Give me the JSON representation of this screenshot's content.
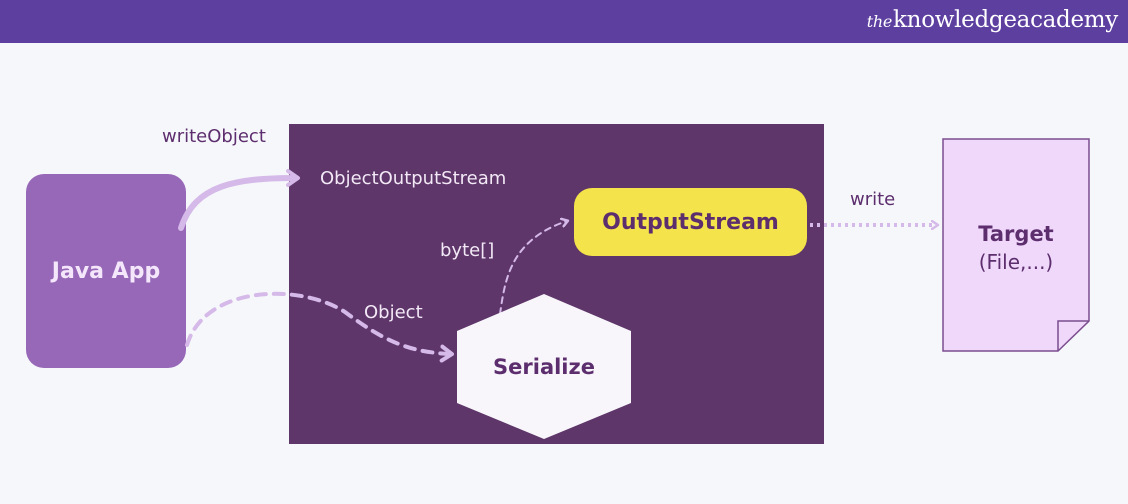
{
  "header": {
    "brand_prefix": "the",
    "brand_name": "knowledgeacademy"
  },
  "colors": {
    "header_bg": "#5d3fa0",
    "java_app_fill": "#9768b8",
    "stream_box_fill": "#5e3669",
    "output_stream_fill": "#f4e34a",
    "target_fill": "#f0d8fb",
    "arrow_color": "#d5b9e8"
  },
  "diagram": {
    "java_app": "Java App",
    "write_object_label": "writeObject",
    "object_output_stream_label": "ObjectOutputStream",
    "object_label": "Object",
    "byte_label": "byte[]",
    "serialize": "Serialize",
    "output_stream": "OutputStream",
    "write_label": "write",
    "target_title": "Target",
    "target_sub": "(File,...)"
  }
}
